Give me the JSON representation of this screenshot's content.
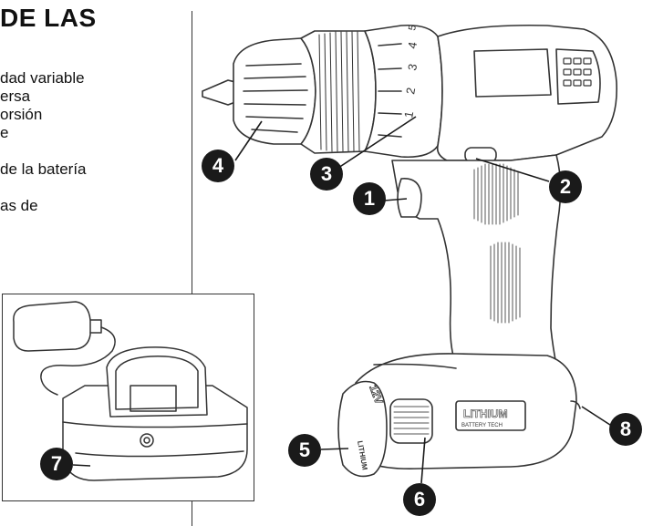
{
  "section_title": "DE LAS",
  "features": [
    "dad variable",
    "ersa",
    "orsión",
    "e",
    "",
    "de la batería",
    "",
    "as de"
  ],
  "drill": {
    "clutch_numbers": [
      "1",
      "2",
      "3",
      "4",
      "5"
    ],
    "battery_badge": "LITHIUM",
    "battery_badge_sub": "BATTERY TECH",
    "battery_end_logo": "LITHIUM",
    "battery_voltage_mark": "12V"
  },
  "callouts": [
    "1",
    "2",
    "3",
    "4",
    "5",
    "6",
    "7",
    "8"
  ],
  "colors": {
    "line": "#333333",
    "callout_fill": "#1a1a1a",
    "callout_text": "#ffffff",
    "grip_texture": "#555555"
  }
}
